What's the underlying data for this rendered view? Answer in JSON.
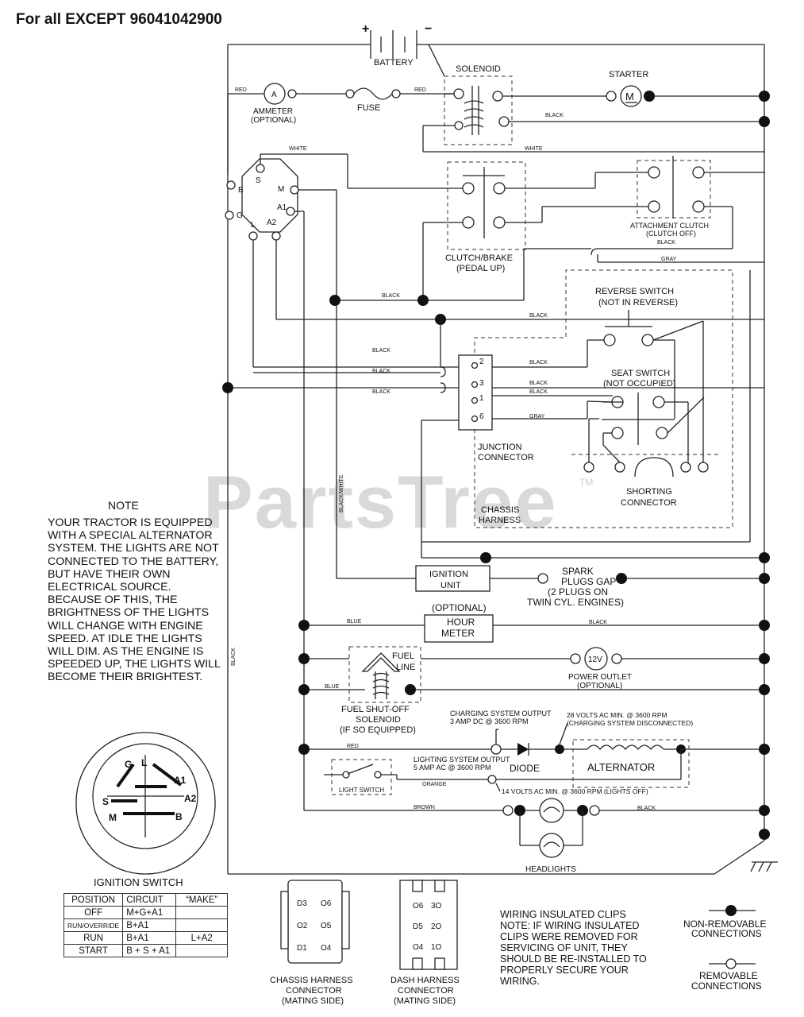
{
  "header": {
    "title": "For all EXCEPT 96041042900"
  },
  "watermark": {
    "text": "PartsTree",
    "tm": "TM"
  },
  "components": {
    "battery": "BATTERY",
    "battery_plus": "+",
    "battery_minus": "−",
    "solenoid": "SOLENOID",
    "starter": "STARTER",
    "motor_symbol": "M",
    "ammeter_symbol": "A",
    "ammeter_line1": "AMMETER",
    "ammeter_line2": "(OPTIONAL)",
    "fuse": "FUSE",
    "clutch_line1": "CLUTCH/BRAKE",
    "clutch_line2": "(PEDAL UP)",
    "attach_line1": "ATTACHMENT CLUTCH",
    "attach_line2": "(CLUTCH OFF)",
    "reverse_line1": "REVERSE SWITCH",
    "reverse_line2": "(NOT IN REVERSE)",
    "seat_line1": "SEAT SWITCH",
    "seat_line2": "(NOT OCCUPIED)",
    "junction_line1": "JUNCTION",
    "junction_line2": "CONNECTOR",
    "shorting_line1": "SHORTING",
    "shorting_line2": "CONNECTOR",
    "chassis_line1": "CHASSIS",
    "chassis_line2": "HARNESS",
    "ignition_line1": "IGNITION",
    "ignition_line2": "UNIT",
    "spark_line1": "SPARK",
    "spark_line2": "PLUGS GAP",
    "spark_line3": "(2 PLUGS ON",
    "spark_line4": "TWIN CYL. ENGINES)",
    "hour_optional": "(OPTIONAL)",
    "hour_line1": "HOUR",
    "hour_line2": "METER",
    "fuel_line_1": "FUEL",
    "fuel_line_2": "LINE",
    "fuel_sol_1": "FUEL SHUT-OFF",
    "fuel_sol_2": "SOLENOID",
    "fuel_sol_3": "(IF SO EQUIPPED)",
    "power_symbol": "12V",
    "power_line1": "POWER OUTLET",
    "power_line2": "(OPTIONAL)",
    "charging_line1": "CHARGING SYSTEM OUTPUT",
    "charging_line2": "3 AMP DC @ 3600 RPM",
    "volts28_line1": "28 VOLTS AC MIN. @ 3600 RPM",
    "volts28_line2": "(CHARGING SYSTEM DISCONNECTED)",
    "lighting_line1": "LIGHTING SYSTEM OUTPUT",
    "lighting_line2": "5 AMP AC @ 3600 RPM",
    "diode": "DIODE",
    "alternator": "ALTERNATOR",
    "volts14": "14 VOLTS AC MIN. @ 3600 RPM (LIGHTS OFF)",
    "light_switch": "LIGHT SWITCH",
    "headlights": "HEADLIGHTS"
  },
  "terminals": {
    "s": "S",
    "b": "B",
    "m": "M",
    "a1": "A1",
    "g": "G",
    "l": "L",
    "a2": "A2",
    "j2": "2",
    "j3": "3",
    "j1": "1",
    "j6": "6"
  },
  "wire_labels": {
    "red": "RED",
    "black": "BLACK",
    "white": "WHITE",
    "gray": "GRAY",
    "blue": "BLUE",
    "orange": "ORANGE",
    "brown": "BROWN",
    "black_white": "BLACK/WHITE"
  },
  "note": {
    "title": "NOTE",
    "body": "YOUR TRACTOR IS EQUIPPED WITH A SPECIAL ALTERNATOR SYSTEM. THE LIGHTS ARE NOT CONNECTED TO THE BATTERY, BUT HAVE THEIR OWN ELECTRICAL SOURCE. BECAUSE OF THIS, THE BRIGHTNESS OF THE LIGHTS WILL CHANGE WITH ENGINE SPEED.  AT IDLE THE LIGHTS WILL DIM.  AS THE ENGINE IS SPEEDED UP, THE LIGHTS WILL BECOME THEIR BRIGHTEST."
  },
  "ignition_switch": {
    "caption": "IGNITION SWITCH",
    "face_labels": {
      "g": "G",
      "l": "L",
      "a1": "A1",
      "a2": "A2",
      "s": "S",
      "m": "M",
      "b": "B"
    },
    "table": {
      "headers": [
        "POSITION",
        "CIRCUIT",
        "“MAKE”"
      ],
      "rows": [
        [
          "OFF",
          "M+G+A1",
          ""
        ],
        [
          "RUN/OVERRIDE",
          "B+A1",
          ""
        ],
        [
          "RUN",
          "B+A1",
          "L+A2"
        ],
        [
          "START",
          "B + S + A1",
          ""
        ]
      ]
    }
  },
  "connectors": {
    "chassis": {
      "line1": "CHASSIS HARNESS",
      "line2": "CONNECTOR",
      "line3": "(MATING SIDE)",
      "pins": [
        "D3",
        "O6",
        "O2",
        "O5",
        "D1",
        "O4"
      ]
    },
    "dash": {
      "line1": "DASH HARNESS",
      "line2": "CONNECTOR",
      "line3": "(MATING SIDE)",
      "pins": [
        "O6",
        "3O",
        "D5",
        "2O",
        "O4",
        "1O"
      ]
    }
  },
  "clips_note": {
    "lines": [
      "WIRING INSULATED CLIPS",
      "NOTE: IF WIRING INSULATED",
      "CLIPS WERE REMOVED FOR",
      "SERVICING OF UNIT, THEY",
      "SHOULD BE RE-INSTALLED TO",
      "PROPERLY SECURE YOUR",
      "WIRING."
    ]
  },
  "legend": {
    "non_removable_1": "NON-REMOVABLE",
    "non_removable_2": "CONNECTIONS",
    "removable_1": "REMOVABLE",
    "removable_2": "CONNECTIONS"
  }
}
